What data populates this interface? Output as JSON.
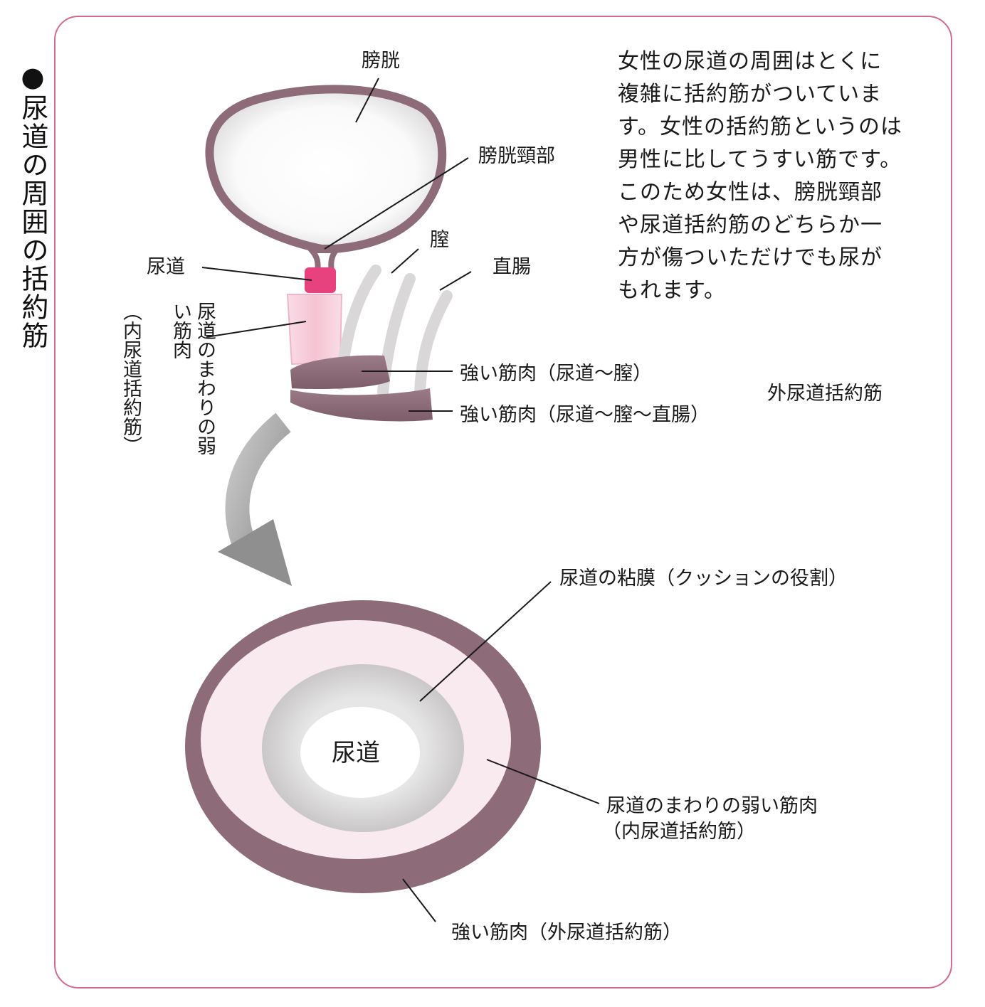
{
  "section_title": "尿道の周囲の括約筋",
  "bullet": "●",
  "description": "女性の尿道の周囲はとくに複雑に括約筋がついています。女性の括約筋というのは男性に比してうすい筋です。このため女性は、膀胱頸部や尿道括約筋のどちらか一方が傷ついただけでも尿がもれます。",
  "labels": {
    "bladder": "膀胱",
    "bladder_neck": "膀胱頸部",
    "vagina": "膣",
    "urethra": "尿道",
    "rectum": "直腸",
    "weak_muscle_vertical": "尿道のまわりの弱い筋肉",
    "internal_sphincter_vertical": "（内尿道括約筋）",
    "strong_muscle_urethra_vagina": "強い筋肉（尿道～膣）",
    "strong_muscle_urethra_vagina_rectum": "強い筋肉（尿道～膣～直腸）",
    "external_sphincter": "外尿道括約筋"
  },
  "cross_section": {
    "center": "尿道",
    "mucosa": "尿道の粘膜（クッションの役割）",
    "weak_muscle": "尿道のまわりの弱い筋肉",
    "internal_sphincter": "（内尿道括約筋）",
    "strong_muscle": "強い筋肉（外尿道括約筋）"
  },
  "colors": {
    "frame": "#d46a8e",
    "muscle": "#8d6b78",
    "pink": "#e8427e",
    "light_pink": "#f6d3de"
  }
}
